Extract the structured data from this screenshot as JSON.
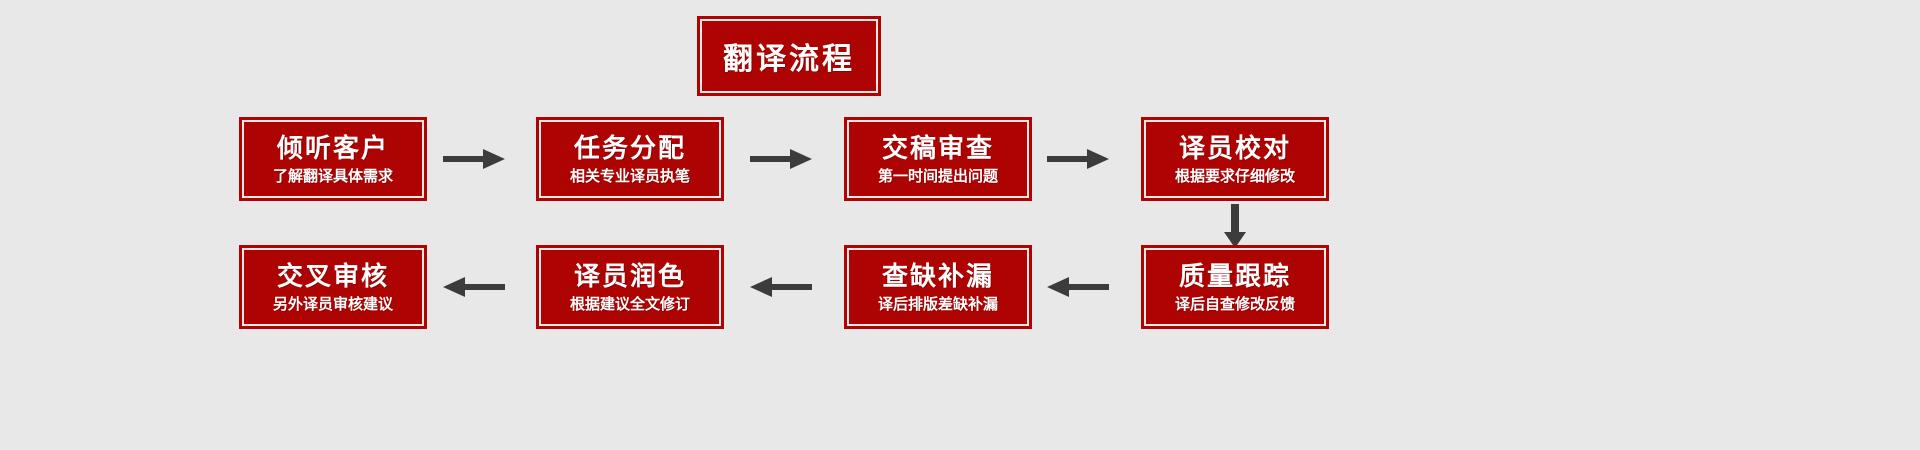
{
  "diagram": {
    "title_box": {
      "label": "翻译流程"
    },
    "colors": {
      "background": "#e8e8e8",
      "box_fill": "#ae0303",
      "box_border": "#ae0303",
      "inner_rule": "#f2e9e6",
      "text": "#ffffff",
      "arrow": "#3c3c3c"
    },
    "steps": [
      {
        "title": "倾听客户",
        "subtitle": "了解翻译具体需求"
      },
      {
        "title": "任务分配",
        "subtitle": "相关专业译员执笔"
      },
      {
        "title": "交稿审查",
        "subtitle": "第一时间提出问题"
      },
      {
        "title": "译员校对",
        "subtitle": "根据要求仔细修改"
      },
      {
        "title": "质量跟踪",
        "subtitle": "译后自查修改反馈"
      },
      {
        "title": "查缺补漏",
        "subtitle": "译后排版差缺补漏"
      },
      {
        "title": "译员润色",
        "subtitle": "根据建议全文修订"
      },
      {
        "title": "交叉审核",
        "subtitle": "另外译员审核建议"
      }
    ],
    "connectors": [
      {
        "name": "arrow-step1-to-step2",
        "direction": "right"
      },
      {
        "name": "arrow-step2-to-step3",
        "direction": "right"
      },
      {
        "name": "arrow-step3-to-step4",
        "direction": "right"
      },
      {
        "name": "arrow-step4-to-step5",
        "direction": "down"
      },
      {
        "name": "arrow-step5-to-step6",
        "direction": "left"
      },
      {
        "name": "arrow-step6-to-step7",
        "direction": "left"
      },
      {
        "name": "arrow-step7-to-step8",
        "direction": "left"
      }
    ]
  }
}
